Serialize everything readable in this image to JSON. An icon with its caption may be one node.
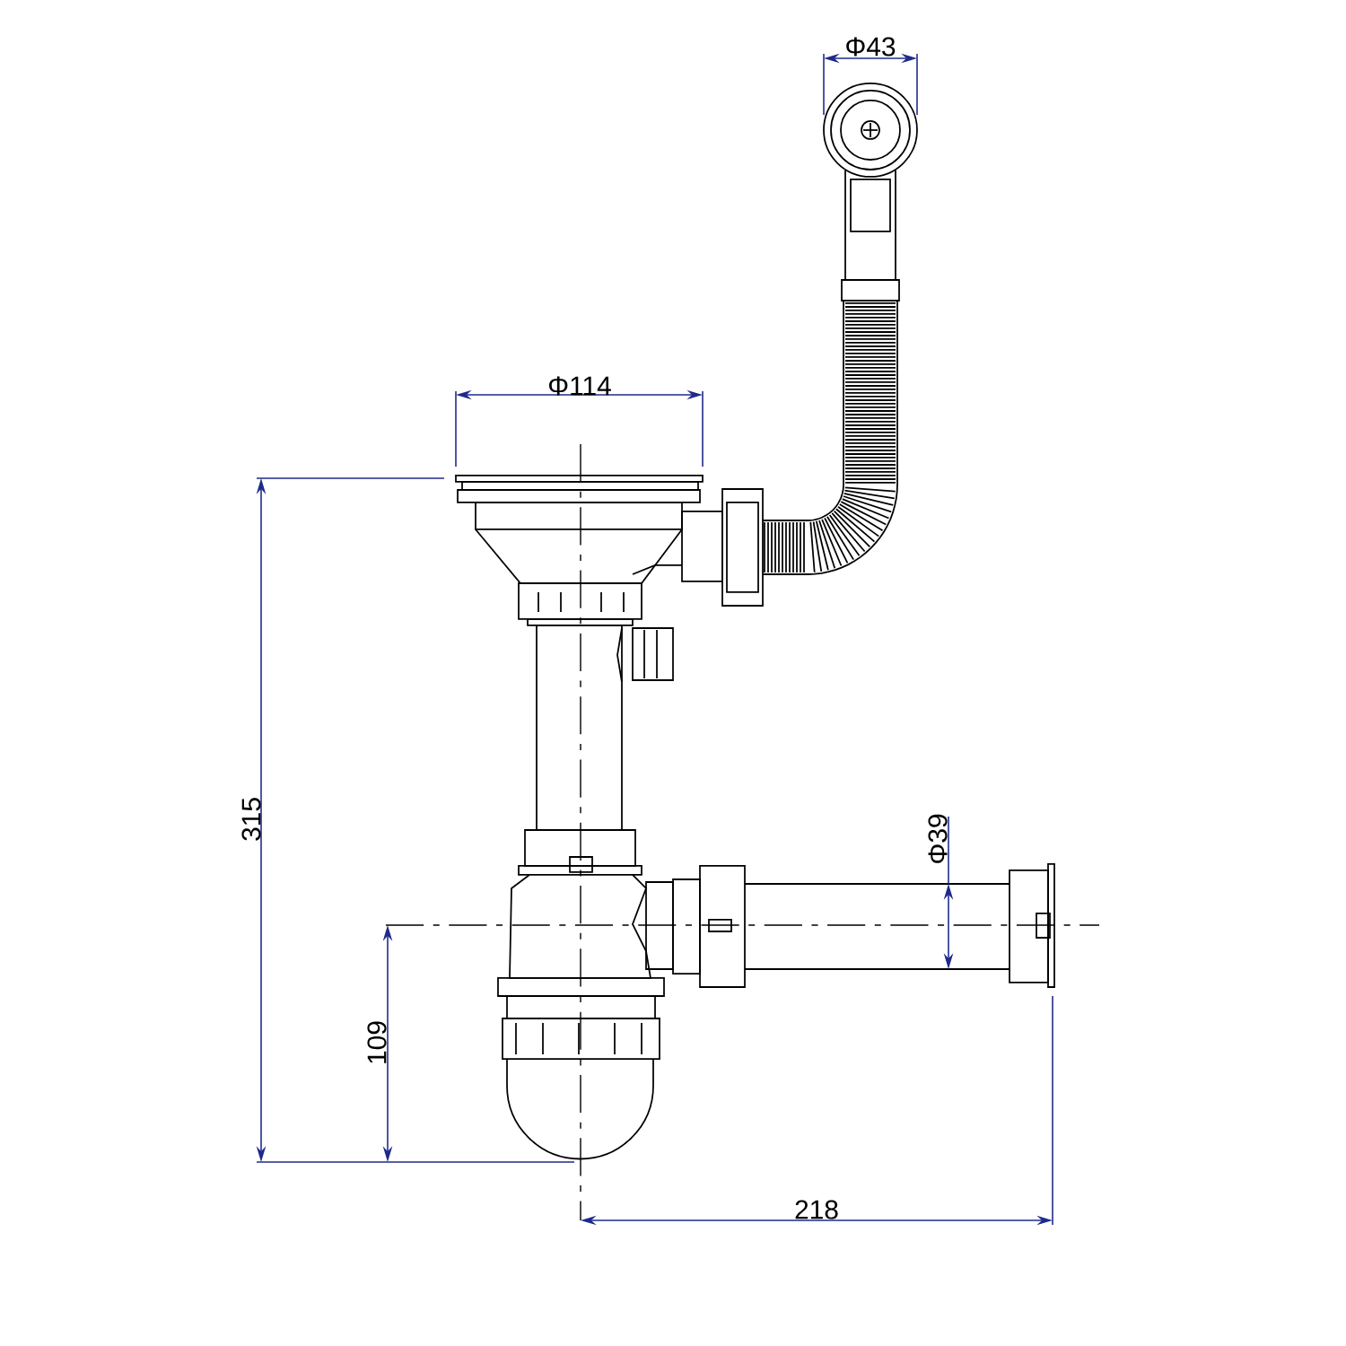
{
  "diagram": {
    "labels": [
      "Φ43",
      "Φ114",
      "315",
      "Φ39",
      "109",
      "218"
    ]
  }
}
